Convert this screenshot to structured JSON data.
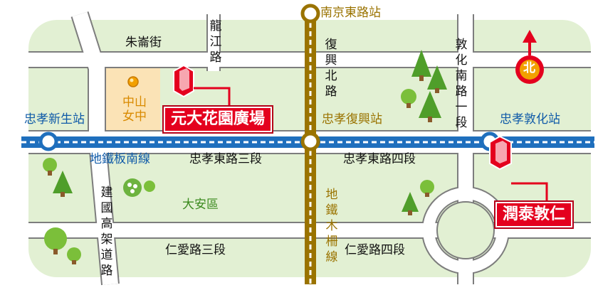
{
  "colors": {
    "background_light": "#e2f0d3",
    "district_orange": "#fbe3b6",
    "road": "#ffffff",
    "road_edge": "#7d7d7d",
    "metro_blue": "#1f6fbd",
    "metro_brown": "#9a7300",
    "accent_red": "#e4001e",
    "tree_green": "#4f9e2a"
  },
  "metro": {
    "blue_line_name": "地鐵板南線",
    "brown_line_name": "地鐵木柵線",
    "stations": [
      {
        "name": "南京東路站",
        "line": "brown"
      },
      {
        "name": "忠孝新生站",
        "line": "blue"
      },
      {
        "name": "忠孝復興站",
        "line": "interchange"
      },
      {
        "name": "忠孝敦化站",
        "line": "blue"
      }
    ]
  },
  "roads": {
    "zhuluan": "朱崙街",
    "longjiang": "龍江路",
    "fuxing_north": "復興北路",
    "dunhua_south": "敦化南路一段",
    "zhongxiao_3": "忠孝東路三段",
    "zhongxiao_4": "忠孝東路四段",
    "jianguo": "建國高架道路",
    "renai_3": "仁愛路三段",
    "renai_4": "仁愛路四段"
  },
  "places": {
    "school": "中山女中",
    "district": "大安區"
  },
  "markers": [
    {
      "name": "元大花園廣場",
      "icon": "building-pin-icon"
    },
    {
      "name": "潤泰敦仁",
      "icon": "building-pin-icon"
    }
  ],
  "compass": {
    "label": "北",
    "icon": "north-arrow-icon"
  }
}
